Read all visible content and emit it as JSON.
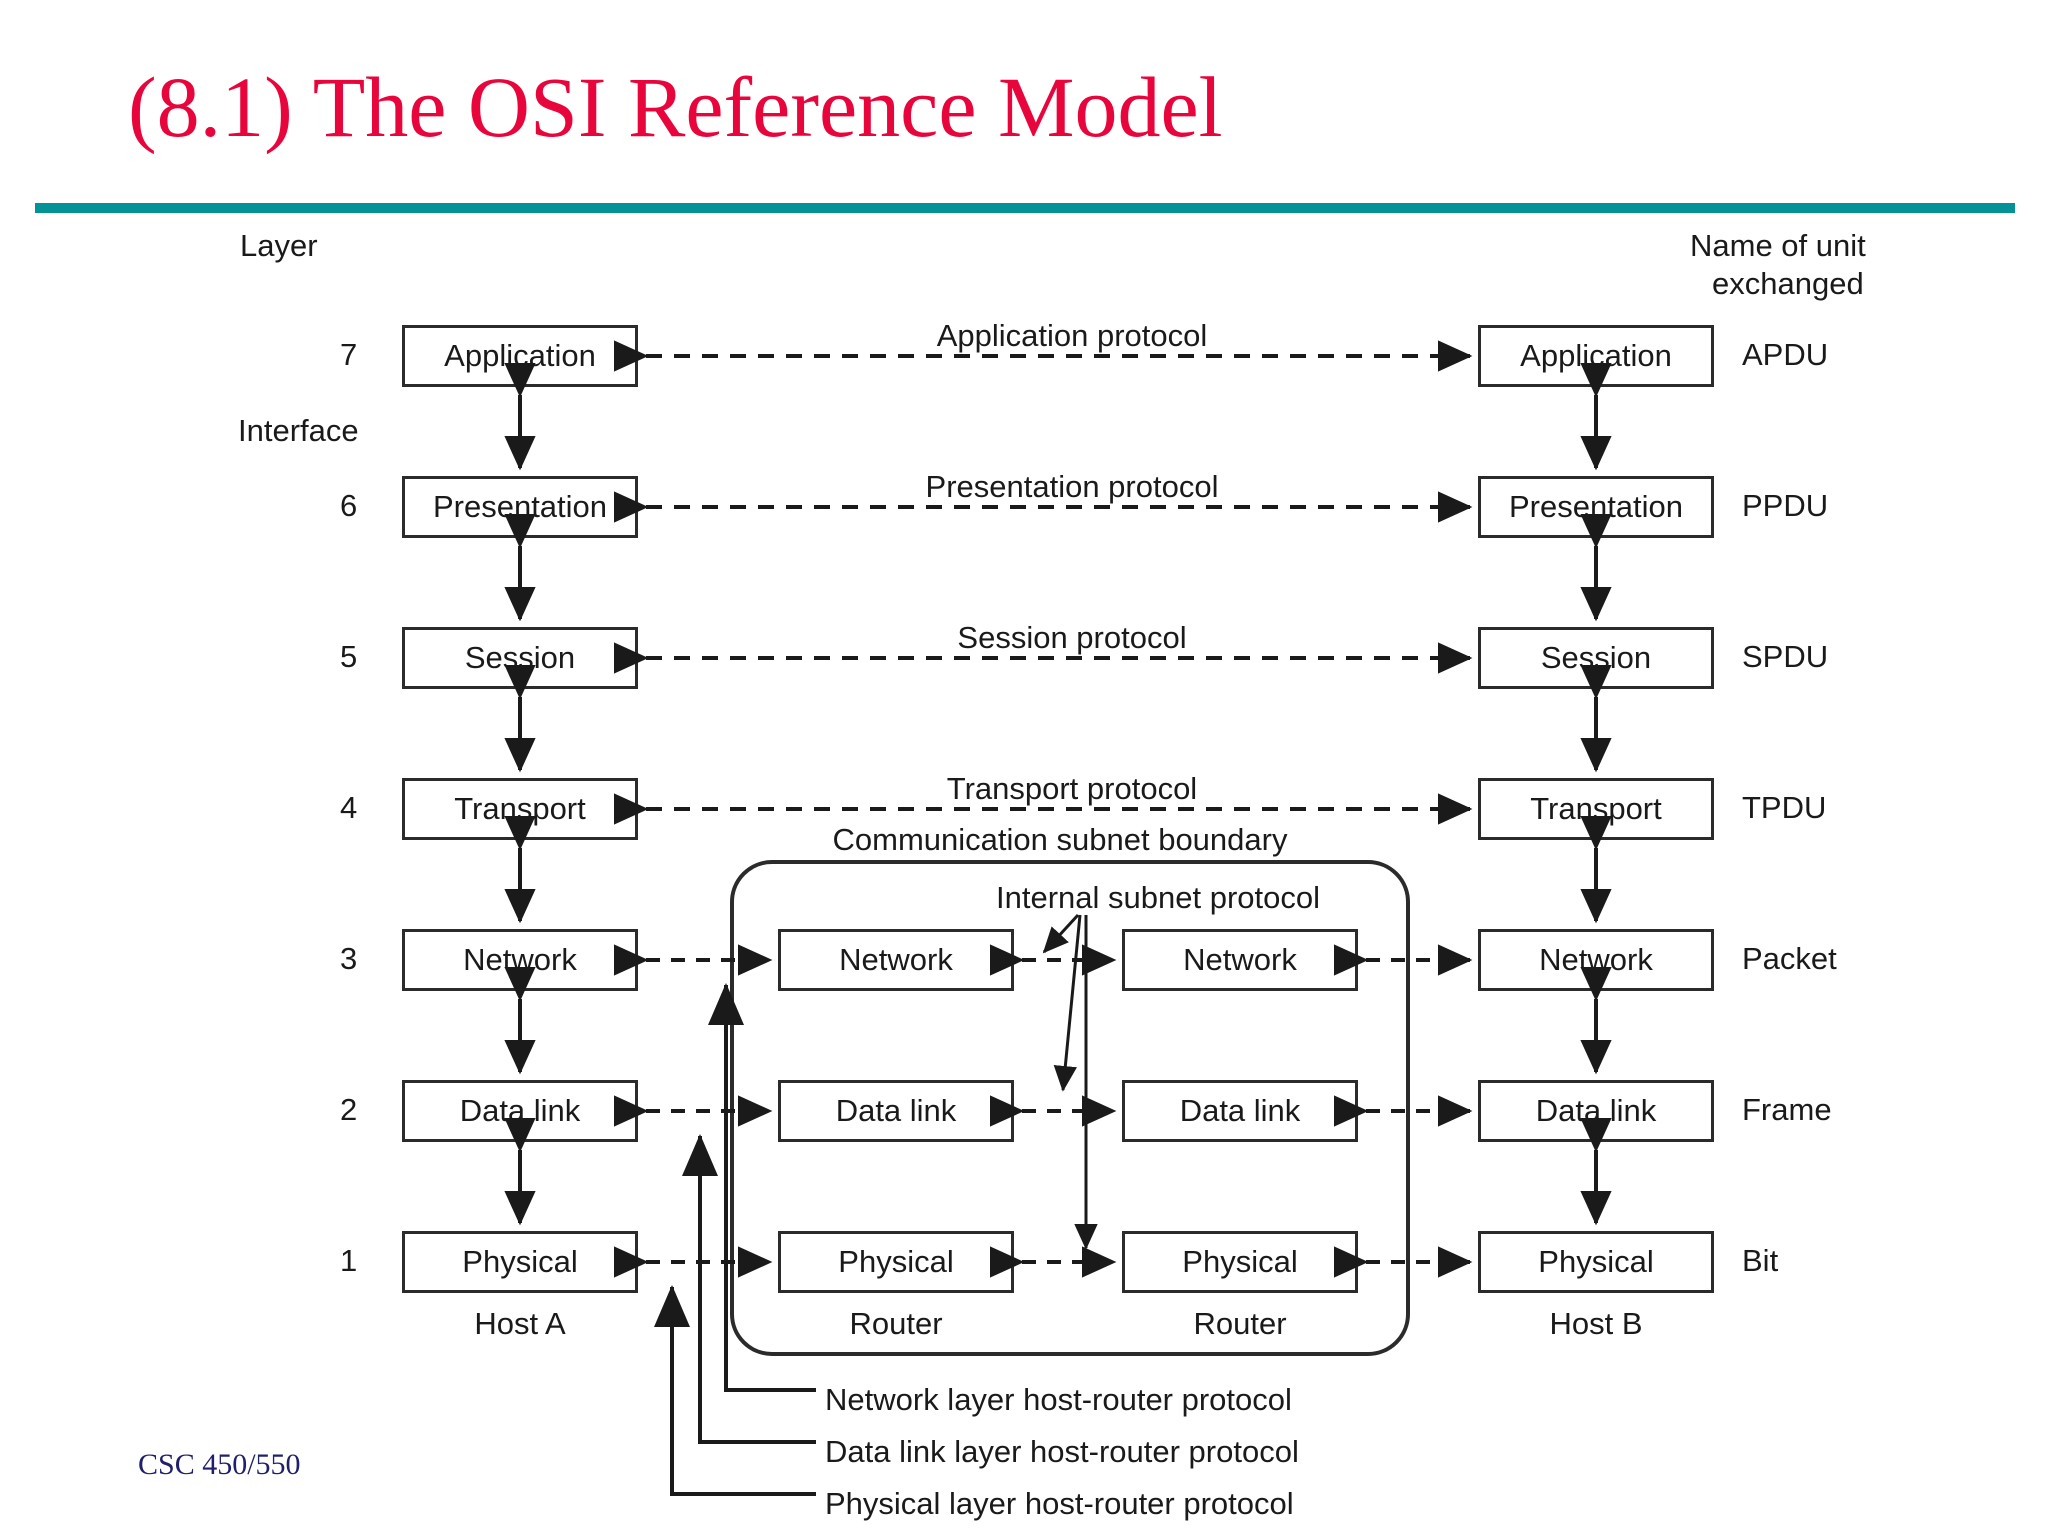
{
  "slide": {
    "title": "(8.1) The OSI Reference Model",
    "footer": "CSC 450/550",
    "accent_color": "#e8053c",
    "rule_color": "#039396",
    "footer_color": "#1f1f6b"
  },
  "diagram": {
    "header_left": "Layer",
    "header_right_line1": "Name of unit",
    "header_right_line2": "exchanged",
    "interface_label": "Interface",
    "subnet_boundary_label": "Communication subnet boundary",
    "internal_subnet_label": "Internal subnet protocol",
    "host_a_label": "Host A",
    "host_b_label": "Host B",
    "router_1_label": "Router",
    "router_2_label": "Router",
    "layers": [
      {
        "number": "7",
        "name": "Application",
        "protocol": "Application protocol",
        "unit": "APDU",
        "in_subnet": false
      },
      {
        "number": "6",
        "name": "Presentation",
        "protocol": "Presentation protocol",
        "unit": "PPDU",
        "in_subnet": false
      },
      {
        "number": "5",
        "name": "Session",
        "protocol": "Session protocol",
        "unit": "SPDU",
        "in_subnet": false
      },
      {
        "number": "4",
        "name": "Transport",
        "protocol": "Transport protocol",
        "unit": "TPDU",
        "in_subnet": false
      },
      {
        "number": "3",
        "name": "Network",
        "protocol": "",
        "unit": "Packet",
        "in_subnet": true
      },
      {
        "number": "2",
        "name": "Data link",
        "protocol": "",
        "unit": "Frame",
        "in_subnet": true
      },
      {
        "number": "1",
        "name": "Physical",
        "protocol": "",
        "unit": "Bit",
        "in_subnet": true
      }
    ],
    "host_router_protocols": [
      "Network layer host-router protocol",
      "Data link layer host-router protocol",
      "Physical layer host-router protocol"
    ]
  }
}
